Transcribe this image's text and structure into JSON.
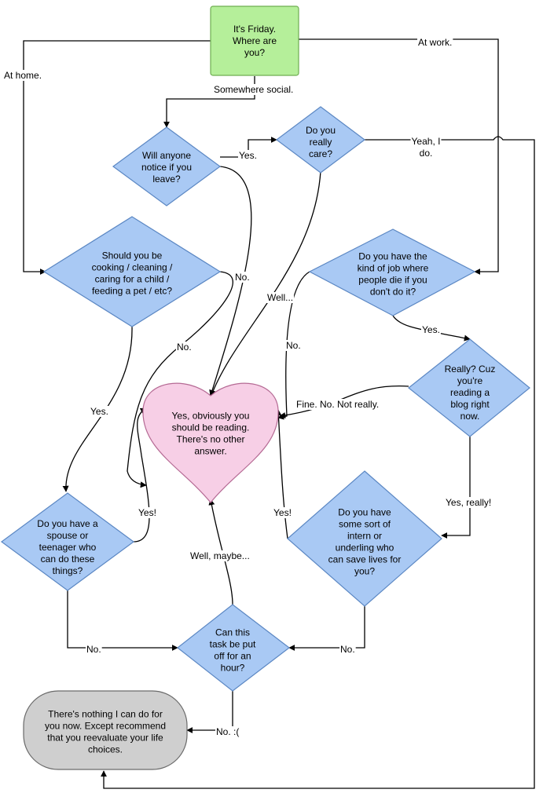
{
  "colors": {
    "start_fill": "#b5ef9a",
    "start_stroke": "#6fae52",
    "decision_fill": "#a9c9f4",
    "decision_stroke": "#5b87c3",
    "heart_fill": "#f7cfe6",
    "heart_stroke": "#b56a94",
    "end_fill": "#cfcfcf",
    "end_stroke": "#6a6a6a",
    "line": "#000000"
  },
  "nodes": {
    "start": [
      "It's Friday.",
      "Where are",
      "you?"
    ],
    "notice": [
      "Will anyone",
      "notice if you",
      "leave?"
    ],
    "care": [
      "Do you",
      "really",
      "care?"
    ],
    "cooking": [
      "Should you be",
      "cooking / cleaning /",
      "caring for a child /",
      "feeding a pet / etc?"
    ],
    "job": [
      "Do you have the",
      "kind of job where",
      "people die if you",
      "don't do it?"
    ],
    "really": [
      "Really?  Cuz",
      "you're",
      "reading a",
      "blog right",
      "now."
    ],
    "reading": [
      "Yes, obviously you",
      "should be reading.",
      "There's no other",
      "answer."
    ],
    "spouse": [
      "Do you have a",
      "spouse or",
      "teenager who",
      "can do these",
      "things?"
    ],
    "intern": [
      "Do you have",
      "some sort of",
      "intern or",
      "underling who",
      "can save lives for",
      "you?"
    ],
    "task": [
      "Can this",
      "task be put",
      "off for an",
      "hour?"
    ],
    "end": [
      "There's nothing I can do for",
      "you now.  Except recommend",
      "that you reevaluate your life",
      "choices."
    ]
  },
  "labels": {
    "at_home": "At home.",
    "at_work": "At work.",
    "somewhere_social": "Somewhere social.",
    "notice_yes": "Yes.",
    "yeah_i_do": [
      "Yeah, I",
      "do."
    ],
    "notice_no": "No.",
    "well": "Well...",
    "cooking_no": "No.",
    "job_no": "No.",
    "job_yes": "Yes.",
    "fine_no": "Fine.  No.  Not really.",
    "cooking_yes": "Yes.",
    "spouse_yes": "Yes!",
    "intern_yes": "Yes!",
    "yes_really": "Yes, really!",
    "well_maybe": "Well, maybe...",
    "spouse_no": "No.",
    "intern_no": "No.",
    "task_no": "No.  :("
  }
}
